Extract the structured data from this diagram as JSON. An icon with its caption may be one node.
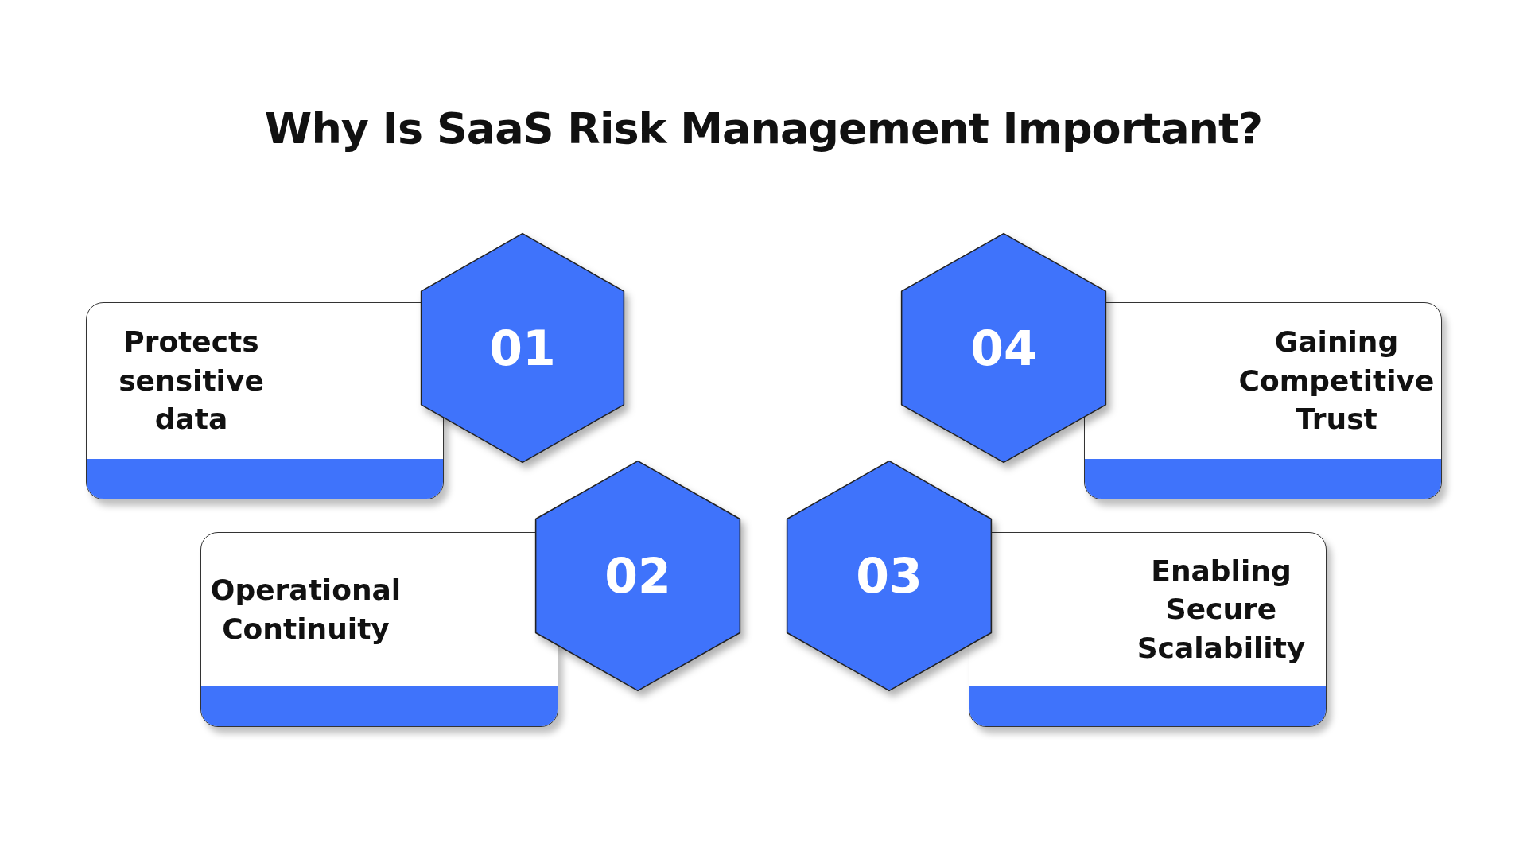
{
  "diagram": {
    "title": "Why Is SaaS Risk Management Important?",
    "nodes": [
      {
        "text": [
          "Protects sensitive data"
        ]
      },
      {
        "text": [
          "01"
        ]
      },
      {
        "text": [
          "Operational Continuity"
        ]
      },
      {
        "text": [
          "02"
        ]
      },
      {
        "text": [
          "03"
        ]
      },
      {
        "text": [
          "Enabling Secure Scalability"
        ]
      },
      {
        "text": [
          "04"
        ]
      },
      {
        "text": [
          "Gaining Competitive Trust"
        ]
      }
    ]
  }
}
